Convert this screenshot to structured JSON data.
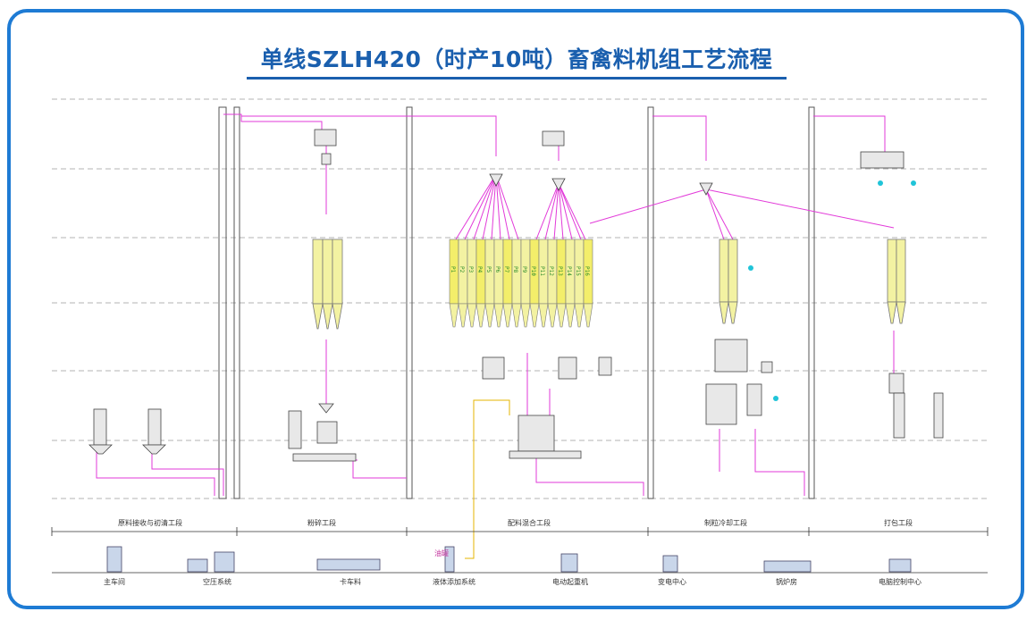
{
  "title": "单线SZLH420（时产10吨）畜禽料机组工艺流程",
  "stages": [
    "原料接收与初清工段",
    "粉碎工段",
    "配料混合工段",
    "制粒冷却工段",
    "打包工段"
  ],
  "facilities": [
    "主车间",
    "空压系统",
    "卡车料",
    "液体添加系统",
    "电动起重机",
    "变电中心",
    "锅炉房",
    "电脑控制中心"
  ],
  "liquid_tank_label": "油罐",
  "bin_labels": [
    "P1",
    "P2",
    "P3",
    "P4",
    "P5",
    "P6",
    "P7",
    "P8",
    "P9",
    "P10",
    "P11",
    "P12",
    "P13",
    "P14",
    "P15",
    "P16"
  ],
  "colors": {
    "frame": "#1e7bd4",
    "title": "#1a5fae",
    "flow": "#e23ad9",
    "bin_fill": "#f3f2a2",
    "bin_hi": "#f3ee6a",
    "liquid_line": "#e6b400",
    "dash": "#9a9a9a",
    "cyan_valve": "#20c4d8"
  }
}
